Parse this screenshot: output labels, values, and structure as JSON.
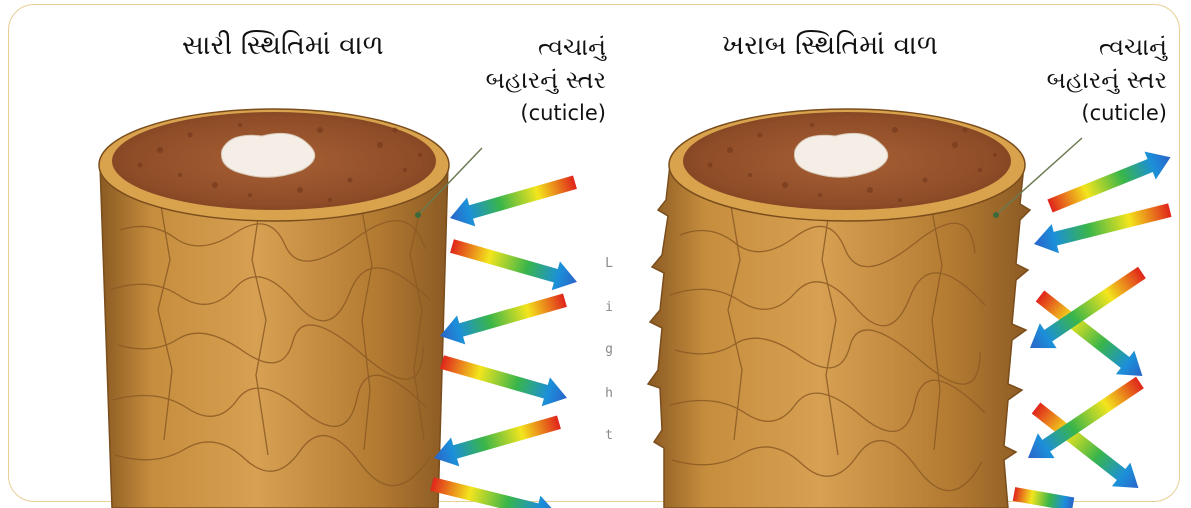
{
  "panels": [
    {
      "id": "good",
      "title": "સારી સ્થિતિમાં વાળ",
      "layer_label_line1": "ત્વચાનું",
      "layer_label_line2": "બહારનું સ્તર",
      "layer_label_en": "(cuticle)"
    },
    {
      "id": "damaged",
      "title": "ખરાબ સ્થિતિમાં વાળ",
      "layer_label_line1": "ત્વચાનું",
      "layer_label_line2": "બહારનું સ્તર",
      "layer_label_en": "(cuticle)"
    }
  ],
  "light_word": [
    "L",
    "i",
    "g",
    "h",
    "t"
  ],
  "colors": {
    "hair_shaft": "#b47c32",
    "hair_cortex": "#8a4a22",
    "hair_medulla": "#f4eee6",
    "frame_border": "#e7cf96",
    "arrow_gradient": [
      "#e0241b",
      "#f3e51d",
      "#39b54a",
      "#1c8fd9",
      "#2a63c9"
    ]
  }
}
